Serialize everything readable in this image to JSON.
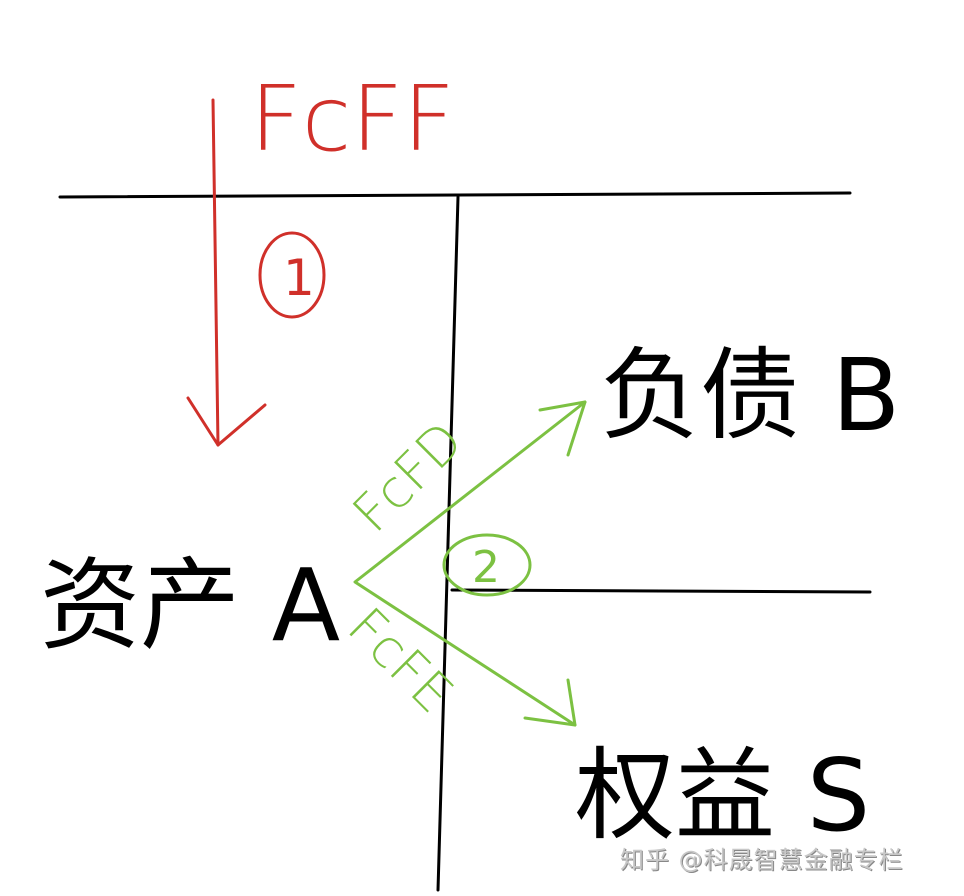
{
  "diagram": {
    "top_label": "FcFF",
    "step_1": "①",
    "step_2": "②",
    "liability": "负债 B",
    "asset": "资产 A",
    "equity": "权益 S",
    "debt_flow": "FcFD",
    "equity_flow": "FcFE",
    "colors": {
      "firm_flow": "#d0302a",
      "split_flow": "#7cc142",
      "ledger": "#000000"
    }
  },
  "watermark": "知乎 @科晟智慧金融专栏"
}
